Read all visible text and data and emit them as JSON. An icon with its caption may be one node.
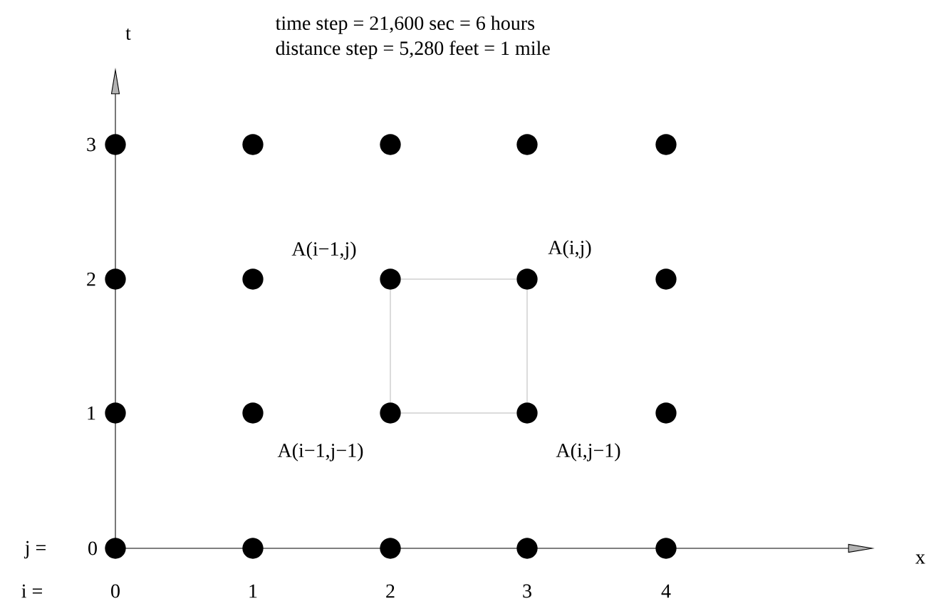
{
  "diagram": {
    "nodes": [
      {
        "text": [],
        "shape": "circle"
      },
      {
        "text": [],
        "shape": "circle"
      },
      {
        "text": [],
        "shape": "circle"
      },
      {
        "text": [],
        "shape": "circle"
      },
      {
        "text": [],
        "shape": "circle"
      },
      {
        "text": [],
        "shape": "circle"
      },
      {
        "text": [],
        "shape": "circle"
      },
      {
        "text": [],
        "shape": "circle",
        "beside": [
          "A(i−1,j)"
        ]
      },
      {
        "text": [],
        "shape": "circle",
        "beside": [
          "A(i,j)"
        ]
      },
      {
        "text": [],
        "shape": "circle"
      },
      {
        "text": [],
        "shape": "circle"
      },
      {
        "text": [],
        "shape": "circle"
      },
      {
        "text": [],
        "shape": "circle",
        "beside": [
          "A(i−1,j−1)"
        ]
      },
      {
        "text": [],
        "shape": "circle",
        "beside": [
          "A(i,j−1)"
        ]
      },
      {
        "text": [],
        "shape": "circle"
      },
      {
        "text": [],
        "shape": "circle"
      },
      {
        "text": [],
        "shape": "circle"
      },
      {
        "text": [],
        "shape": "circle"
      },
      {
        "text": [],
        "shape": "circle"
      },
      {
        "text": [],
        "shape": "circle"
      }
    ],
    "edges": [
      {
        "from": 7,
        "to": 8,
        "arrow": "none"
      },
      {
        "from": 8,
        "to": 13,
        "arrow": "none"
      },
      {
        "from": 13,
        "to": 12,
        "arrow": "none"
      },
      {
        "from": 12,
        "to": 7,
        "arrow": "none"
      }
    ],
    "labels": [
      "time step = 21,600 sec = 6 hours",
      "distance step = 5,280 feet = 1 mile",
      "t",
      "3",
      "2",
      "1",
      "j =",
      "0",
      "x",
      "i =",
      "0",
      "1",
      "2",
      "3",
      "4"
    ]
  }
}
